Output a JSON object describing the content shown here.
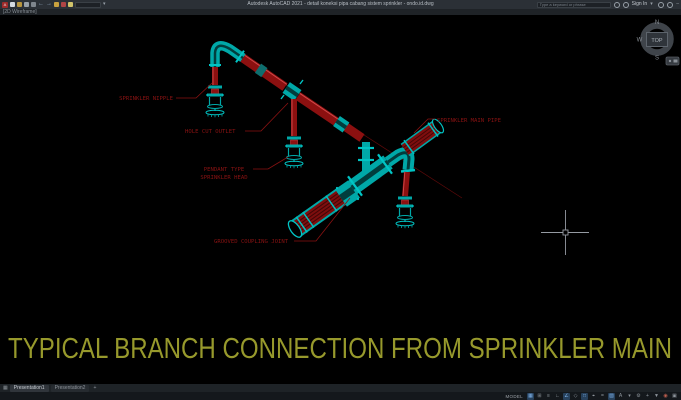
{
  "titlebar": {
    "title": "Autodesk AutoCAD 2021 - detail koneksi pipa cabang sistem sprinkler - ondo.id.dwg",
    "search_placeholder": "Type a keyword or phrase",
    "sign_in_label": "Sign In"
  },
  "viewport_control_label": "[2D Wireframe]",
  "viewcube": {
    "north": "N",
    "west": "W",
    "south": "S",
    "top": "TOP"
  },
  "drawing": {
    "labels": {
      "sprinkler_nipple": "SPRINKLER NIPPLE",
      "hole_cut_outlet": "HOLE CUT OUTLET",
      "pendant_type_line1": "PENDANT TYPE",
      "pendant_type_line2": "SPRINKLER HEAD",
      "grooved_coupling_joint": "GROOVED COUPLING JOINT",
      "sprinkler_main_pipe": "SPRINKLER MAIN PIPE"
    },
    "caption": "TYPICAL BRANCH CONNECTION FROM SPRINKLER MAIN",
    "colors": {
      "pipe_teal": "#00a8a8",
      "pipe_red": "#8c1010",
      "label_red": "#8a1212",
      "caption_olive": "#97992c",
      "crosshair_grey": "#959aa2"
    }
  },
  "layout_tabs": {
    "tab1": "Presentation1",
    "tab2": "Presentation2",
    "add_tab": "+"
  },
  "statusbar": {
    "model_label": "MODEL"
  }
}
